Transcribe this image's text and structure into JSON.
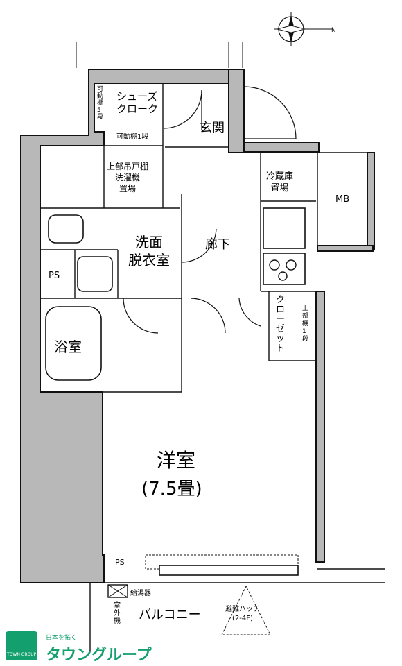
{
  "rooms": {
    "shoes_cloak": "シューズ\nクローク",
    "shoes_shelf": "可動棚5段",
    "movable_shelf_1": "可動棚1段",
    "entrance": "玄関",
    "washer": "上部吊戸棚\n洗濯機\n置場",
    "wash_dressing": "洗面\n脱衣室",
    "hallway": "廊下",
    "fridge": "冷蔵庫\n置場",
    "mb": "MB",
    "ps_upper": "PS",
    "bath": "浴室",
    "closet": "クローゼット",
    "closet_shelf": "上部棚1段",
    "western_room": "洋室",
    "western_room_size": "(7.5畳)",
    "ps_lower": "PS",
    "water_supply": "給湯器",
    "outdoor_unit": "室外機",
    "balcony": "バルコニー",
    "hatch": "避難ハッチ\n(2-4F)",
    "wall_cabinet": "上部吊戸棚"
  },
  "compass": {
    "north": "N"
  },
  "logo": {
    "company": "タウングループ",
    "tagline": "日本を拓く",
    "mark": "TOWN GROUP"
  },
  "colors": {
    "wall": "#b8b8b8",
    "logo": "#14a06e"
  }
}
